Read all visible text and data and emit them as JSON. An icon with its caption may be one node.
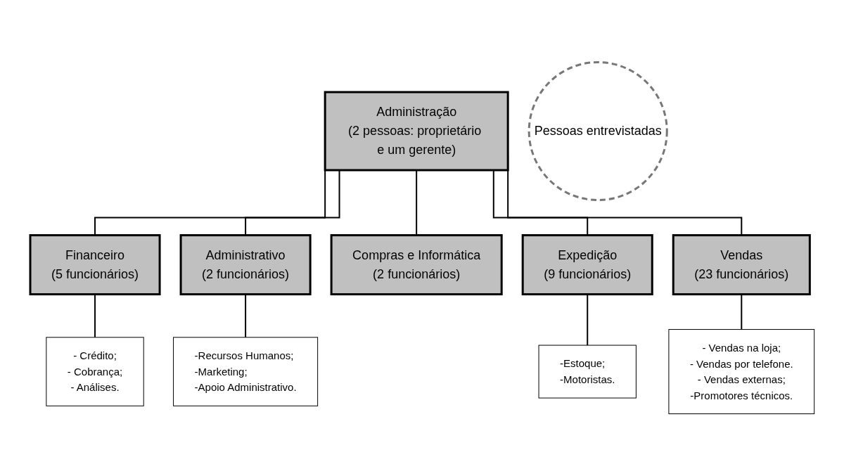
{
  "diagram": {
    "nodes": [
      {
        "text": [
          "Pessoas entrevistadas"
        ]
      },
      {
        "text": [
          "Administração",
          "(2 pessoas: proprietário e um gerente)"
        ]
      },
      {
        "text": [
          "Financeiro",
          "(5 funcionários)"
        ]
      },
      {
        "text": [
          "Administrativo",
          "(2 funcionários)"
        ]
      },
      {
        "text": [
          "Compras e Informática",
          "(2 funcionários)"
        ]
      },
      {
        "text": [
          "Expedição",
          "(9 funcionários)"
        ]
      },
      {
        "text": [
          "Vendas",
          "(23 funcionários)"
        ]
      },
      {
        "text": [
          "- Crédito;",
          "- Cobrança;",
          "- Análises."
        ]
      },
      {
        "text": [
          "-Recursos Humanos;",
          "-Marketing;",
          "-Apoio Administrativo."
        ]
      },
      {
        "text": [
          "-Estoque;",
          "-Motoristas."
        ]
      },
      {
        "text": [
          "- Vendas na loja;",
          "- Vendas por telefone.",
          "- Vendas externas;",
          "-Promotores técnicos."
        ]
      }
    ],
    "edges": [
      {
        "from": 1,
        "to": 2,
        "arrow": "none"
      },
      {
        "from": 1,
        "to": 3,
        "arrow": "none"
      },
      {
        "from": 1,
        "to": 4,
        "arrow": "none"
      },
      {
        "from": 1,
        "to": 5,
        "arrow": "none"
      },
      {
        "from": 1,
        "to": 6,
        "arrow": "none"
      },
      {
        "from": 2,
        "to": 7,
        "arrow": "none"
      },
      {
        "from": 3,
        "to": 8,
        "arrow": "none"
      },
      {
        "from": 5,
        "to": 9,
        "arrow": "none"
      },
      {
        "from": 6,
        "to": 10,
        "arrow": "none"
      }
    ]
  }
}
